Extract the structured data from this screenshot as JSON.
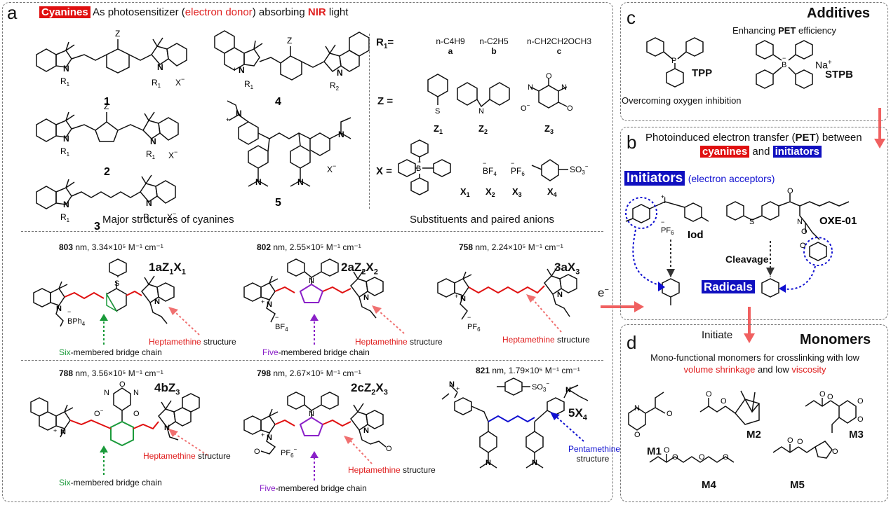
{
  "panel_a": {
    "letter": "a",
    "title_highlight": "Cyanines",
    "title_1": "As photosensitizer (",
    "title_red": "electron donor",
    "title_2": ") absorbing ",
    "title_nir": "NIR",
    "title_3": " light",
    "compound_numbers": [
      "1",
      "2",
      "3",
      "4",
      "5"
    ],
    "z_label": "Z",
    "r1": "R",
    "r2": "R",
    "x_minus": "X",
    "major_caption": "Major structures of cyanines",
    "substituents_caption": "Substituents and paired anions",
    "r1_label": "R",
    "r1_options": [
      {
        "formula": "n-C4H9",
        "letter": "a"
      },
      {
        "formula": "n-C2H5",
        "letter": "b"
      },
      {
        "formula": "n-CH2CH2OCH3",
        "letter": "c"
      }
    ],
    "z_row_label": "Z =",
    "z_options": [
      "Z1",
      "Z2",
      "Z3"
    ],
    "x_row_label": "X =",
    "x_options": [
      "X1",
      "X2",
      "X3",
      "X4"
    ],
    "anion_bf4": "BF",
    "anion_pf6": "PF",
    "anion_so3": "SO",
    "s_atom": "S",
    "n_atom": "N",
    "b_atom": "B",
    "o_atom": "O"
  },
  "dyes": [
    {
      "nm": "803",
      "eps": " nm, 3.34×10⁵ M⁻¹ cm⁻¹",
      "name": "1aZ1X1",
      "anion": "BPh4",
      "bridge_colored": "Six",
      "bridge_rest": "-membered bridge chain",
      "hepta": "Heptamethine",
      "hepta_rest": " structure"
    },
    {
      "nm": "802",
      "eps": " nm, 2.55×10⁵ M⁻¹ cm⁻¹",
      "name": "2aZ2X2",
      "anion": "BF4",
      "bridge_colored": "Five",
      "bridge_rest": "-membered bridge chain",
      "hepta": "Heptamethine",
      "hepta_rest": " structure"
    },
    {
      "nm": "758",
      "eps": " nm, 2.24×10⁵ M⁻¹ cm⁻¹",
      "name": "3aX3",
      "anion": "PF6",
      "hepta": "Heptamethine",
      "hepta_rest": " structure"
    },
    {
      "nm": "788",
      "eps": " nm, 3.56×10⁵ M⁻¹ cm⁻¹",
      "name": "4bZ3",
      "bridge_colored": "Six",
      "bridge_rest": "-membered bridge chain",
      "hepta": "Heptamethine",
      "hepta_rest": " structure"
    },
    {
      "nm": "798",
      "eps": " nm, 2.67×10⁵ M⁻¹ cm⁻¹",
      "name": "2cZ2X3",
      "anion": "PF6",
      "bridge_colored": "Five",
      "bridge_rest": "-membered bridge chain",
      "hepta": "Heptamethine",
      "hepta_rest": " structure"
    },
    {
      "nm": "821",
      "eps": " nm, 1.79×10⁵ M⁻¹ cm⁻¹",
      "name": "5X4",
      "penta": "Pentamethine",
      "penta_rest": "structure"
    }
  ],
  "panel_c": {
    "letter": "c",
    "title": "Additives",
    "pet_text_1": "Enhancing ",
    "pet_bold": "PET",
    "pet_text_2": " efficiency",
    "tpp": "TPP",
    "stpb": "STPB",
    "na": "Na",
    "p_atom": "P",
    "b_atom": "B",
    "oxygen_note": "Overcoming oxygen inhibition"
  },
  "panel_b": {
    "letter": "b",
    "line1_a": "Photoinduced electron transfer (",
    "line1_bold": "PET",
    "line1_b": ") between",
    "cyanines": "cyanines",
    "and": " and ",
    "initiators": "initiators",
    "initiators_box": "Initiators",
    "acceptors": "(electron acceptors)",
    "iod": "Iod",
    "oxe": "OXE-01",
    "pf6": "PF",
    "cleavage": "Cleavage",
    "radicals": "Radicals",
    "electron": "e",
    "i_atom": "I",
    "s_atom": "S",
    "n_atom": "N",
    "o_atom": "O"
  },
  "panel_d": {
    "letter": "d",
    "title": "Monomers",
    "initiate": "Initiate",
    "desc_1": "Mono-functional monomers for crosslinking with low",
    "desc_red1": "volume shrinkage",
    "desc_and": " and low ",
    "desc_red2": "viscosity",
    "monomers": [
      "M1",
      "M2",
      "M3",
      "M4",
      "M5"
    ]
  },
  "colors": {
    "red": "#e01010",
    "blue": "#1010c0",
    "green": "#1a9a3a",
    "purple": "#8a20c8",
    "arrow_salmon": "#f06060"
  }
}
